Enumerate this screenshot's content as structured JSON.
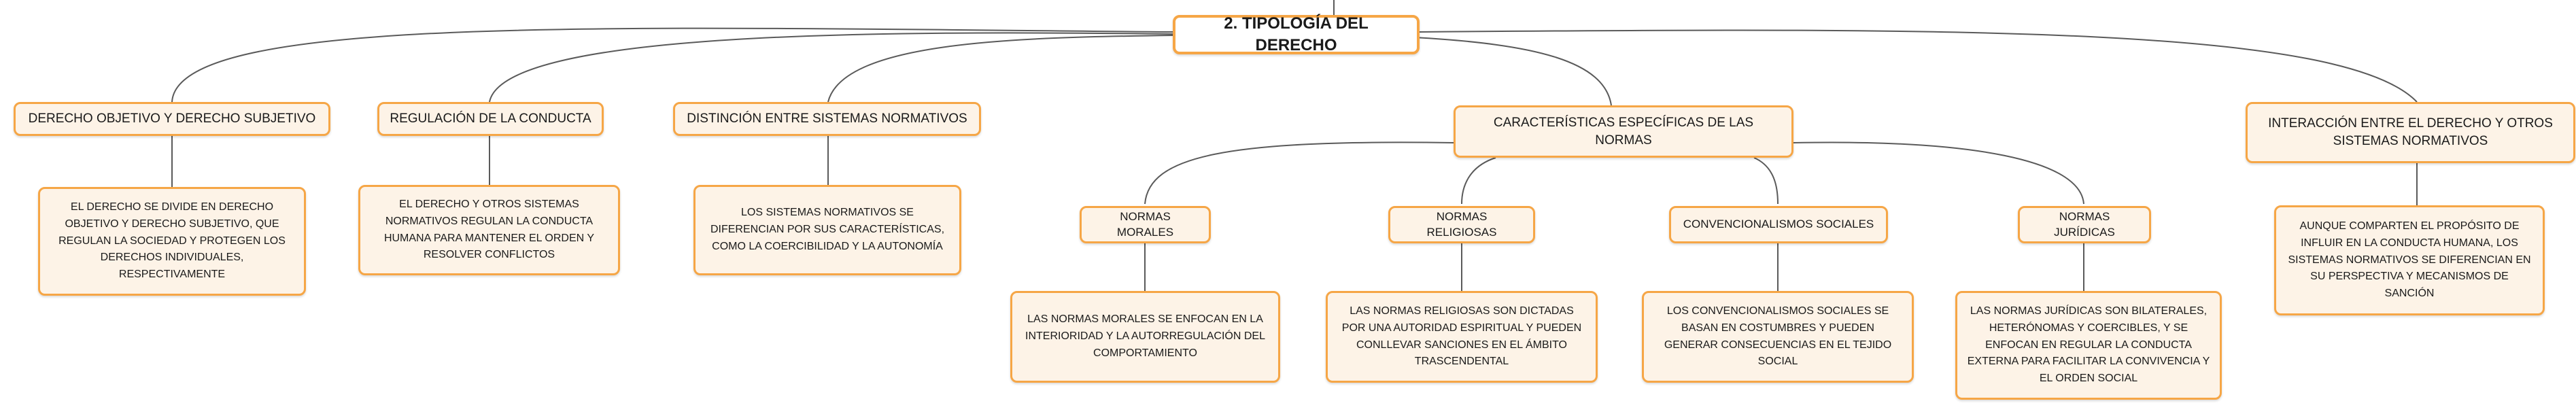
{
  "root": "2. TIPOLOGÍA DEL DERECHO",
  "topics": {
    "derecho_objetivo": {
      "title": "DERECHO OBJETIVO Y DERECHO SUBJETIVO",
      "detail": "EL DERECHO SE DIVIDE EN DERECHO OBJETIVO Y DERECHO SUBJETIVO, QUE REGULAN LA SOCIEDAD Y PROTEGEN LOS DERECHOS INDIVIDUALES, RESPECTIVAMENTE"
    },
    "regulacion": {
      "title": "REGULACIÓN DE LA CONDUCTA",
      "detail": "EL DERECHO Y OTROS SISTEMAS NORMATIVOS REGULAN LA CONDUCTA HUMANA PARA MANTENER EL ORDEN Y RESOLVER CONFLICTOS"
    },
    "distincion": {
      "title": "DISTINCIÓN ENTRE SISTEMAS NORMATIVOS",
      "detail": "LOS SISTEMAS NORMATIVOS SE DIFERENCIAN POR SUS CARACTERÍSTICAS, COMO LA COERCIBILIDAD Y LA AUTONOMÍA"
    },
    "caracteristicas": {
      "title": "CARACTERÍSTICAS ESPECÍFICAS DE LAS NORMAS",
      "children": [
        {
          "title": "NORMAS MORALES",
          "detail": "LAS NORMAS MORALES SE ENFOCAN EN LA INTERIORIDAD Y LA AUTORREGULACIÓN DEL COMPORTAMIENTO"
        },
        {
          "title": "NORMAS RELIGIOSAS",
          "detail": "LAS NORMAS RELIGIOSAS SON DICTADAS POR UNA AUTORIDAD ESPIRITUAL Y PUEDEN CONLLEVAR SANCIONES EN EL ÁMBITO TRASCENDENTAL"
        },
        {
          "title": "CONVENCIONALISMOS SOCIALES",
          "detail": "LOS CONVENCIONALISMOS SOCIALES SE BASAN EN COSTUMBRES Y PUEDEN GENERAR CONSECUENCIAS EN EL TEJIDO SOCIAL"
        },
        {
          "title": "NORMAS JURÍDICAS",
          "detail": "LAS NORMAS JURÍDICAS SON BILATERALES, HETERÓNOMAS Y COERCIBLES, Y SE ENFOCAN EN REGULAR LA CONDUCTA EXTERNA PARA FACILITAR LA CONVIVENCIA Y EL ORDEN SOCIAL"
        }
      ]
    },
    "interaccion": {
      "title": "INTERACCIÓN ENTRE EL DERECHO Y OTROS SISTEMAS NORMATIVOS",
      "detail": "AUNQUE COMPARTEN EL PROPÓSITO DE INFLUIR EN LA CONDUCTA HUMANA, LOS SISTEMAS NORMATIVOS SE DIFERENCIAN EN SU PERSPECTIVA Y MECANISMOS DE SANCIÓN"
    }
  },
  "colors": {
    "border": "#f6a646",
    "fill": "#fdf3e7",
    "line": "#5a5a5a"
  }
}
